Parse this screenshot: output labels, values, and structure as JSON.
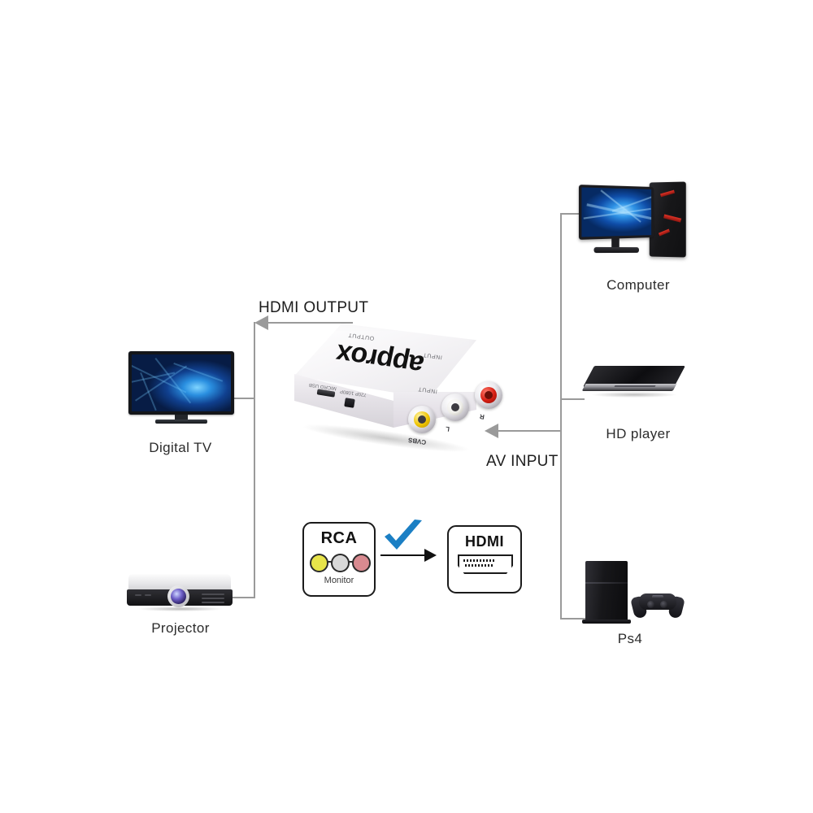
{
  "diagram": {
    "title": "AV (RCA) to HDMI converter connection diagram",
    "flow_labels": {
      "hdmi_output": "HDMI OUTPUT",
      "av_input": "AV INPUT"
    },
    "output_devices": [
      {
        "id": "digital-tv",
        "label": "Digital  TV"
      },
      {
        "id": "projector",
        "label": "Projector"
      }
    ],
    "input_devices": [
      {
        "id": "computer",
        "label": "Computer"
      },
      {
        "id": "hd-player",
        "label": "HD player"
      },
      {
        "id": "ps4",
        "label": "Ps4"
      }
    ],
    "converter": {
      "brand": "approx",
      "top_left_port_text": "OUTPUT",
      "top_right_port_text": "INPUT",
      "side_port_text": "INPUT",
      "power_label": "MICRO USB",
      "switch_labels": "720P 1080P",
      "jacks": [
        {
          "id": "cvbs",
          "label": "CVBS",
          "color": "#efc400"
        },
        {
          "id": "left-audio",
          "label": "L",
          "color": "#f1efe9"
        },
        {
          "id": "right-audio",
          "label": "R",
          "color": "#d81f14"
        }
      ]
    },
    "legend": {
      "source_title": "RCA",
      "source_subtitle": "Monitor",
      "target_title": "HDMI",
      "rca_colors": [
        "#e8e44a",
        "#d8d8d8",
        "#d88a90"
      ],
      "check_color": "#1b7fc4",
      "arrow_color": "#111111"
    },
    "colors": {
      "background": "#ffffff",
      "line": "#9a9a9a",
      "text": "#2b2b2b",
      "accent_blue": "#1b7fc4"
    }
  }
}
